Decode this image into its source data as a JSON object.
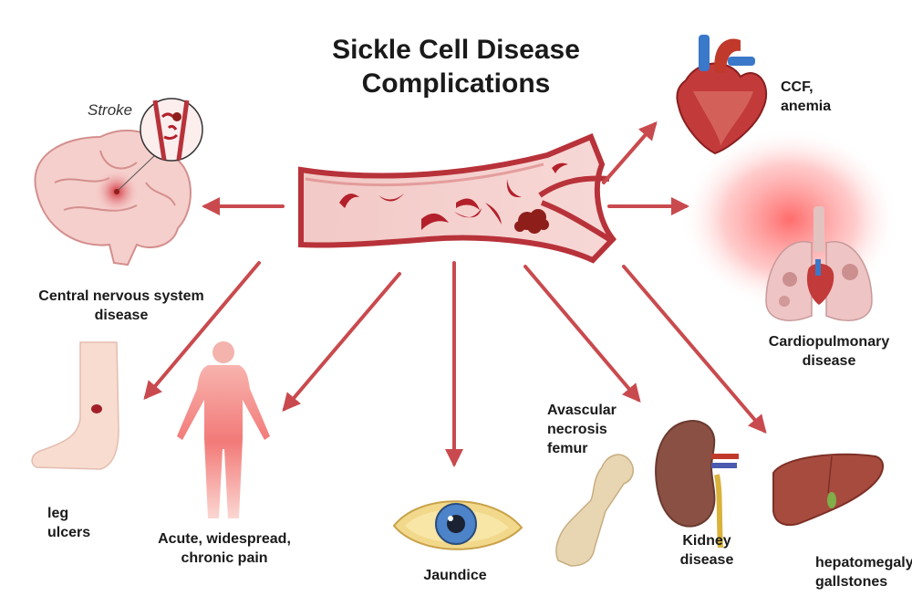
{
  "title_line1": "Sickle Cell Disease",
  "title_line2": "Complications",
  "labels": {
    "stroke": "Stroke",
    "cns": "Central nervous system\ndisease",
    "leg": "leg\nulcers",
    "pain": "Acute, widespread,\nchronic pain",
    "jaundice": "Jaundice",
    "avascular": "Avascular\nnecrosis\nfemur",
    "kidney": "Kidney\ndisease",
    "hepato": "hepatomegaly,\ngallstones",
    "ccf": "CCF,\nanemia",
    "cardio": "Cardiopulmonary\ndisease"
  },
  "colors": {
    "arrow": "#c94a4e",
    "vessel": "#b8323a",
    "vessel_inner": "#f2c9c6",
    "sickle_cell": "#b3202b",
    "clot": "#8e1e1a"
  }
}
